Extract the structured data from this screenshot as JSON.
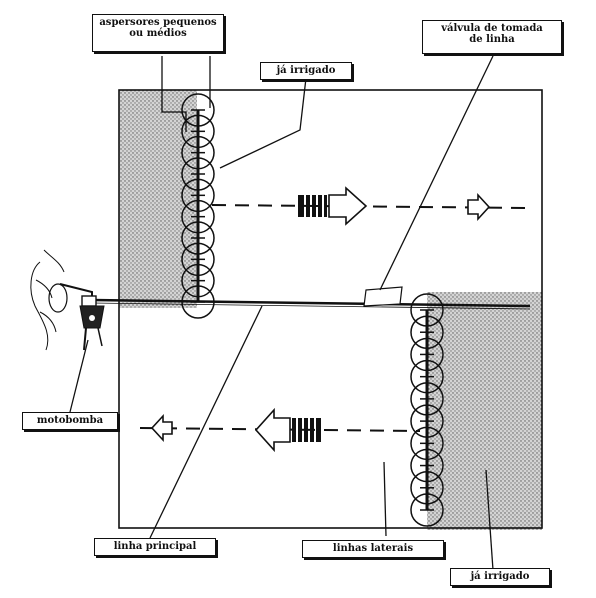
{
  "labels": {
    "sprinklers": [
      "aspersores pequenos",
      "ou médios"
    ],
    "irrigated_top": "já irrigado",
    "valve": [
      "válvula de tomada",
      "de linha"
    ],
    "pump": "motobomba",
    "main_line": "linha principal",
    "lateral_lines": "linhas laterais",
    "irrigated_bottom": "já irrigado"
  },
  "colors": {
    "ink": "#111111",
    "shaded_area": "#bdbdbd",
    "paper": "#ffffff"
  },
  "diagram": {
    "sprinklers_per_lateral": 10,
    "icons": [
      "pump-icon",
      "wide-arrow-right-icon",
      "small-arrow-right-icon",
      "wide-arrow-left-icon",
      "small-arrow-left-icon",
      "valve-icon"
    ]
  }
}
